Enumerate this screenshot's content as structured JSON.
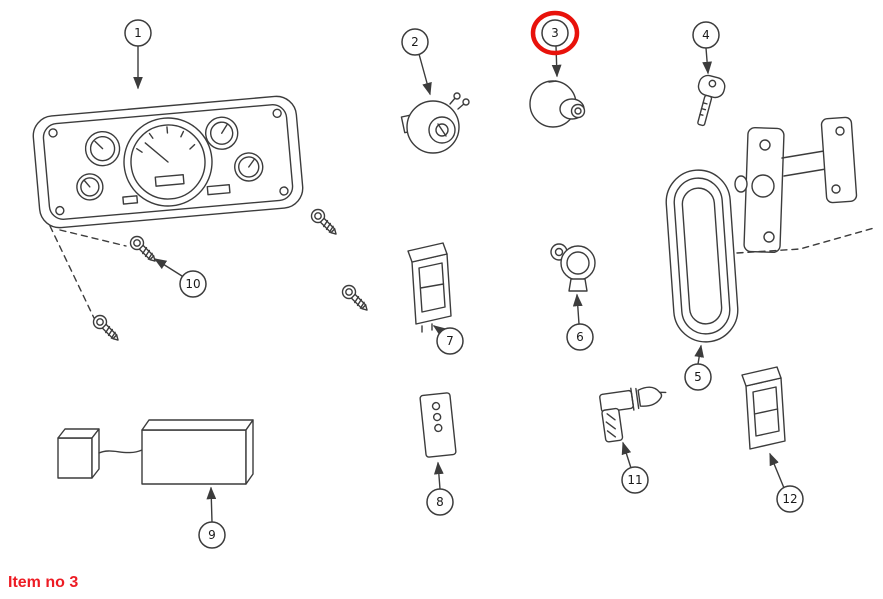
{
  "caption": "Item no 3",
  "highlighted_callout": "3",
  "colors": {
    "highlight": "#e8120b",
    "caption": "#ed1c24",
    "line": "#3c3c3c"
  },
  "callouts": [
    {
      "label": "1"
    },
    {
      "label": "2"
    },
    {
      "label": "3"
    },
    {
      "label": "4"
    },
    {
      "label": "5"
    },
    {
      "label": "6"
    },
    {
      "label": "7"
    },
    {
      "label": "8"
    },
    {
      "label": "9"
    },
    {
      "label": "10"
    },
    {
      "label": "11"
    },
    {
      "label": "12"
    }
  ]
}
